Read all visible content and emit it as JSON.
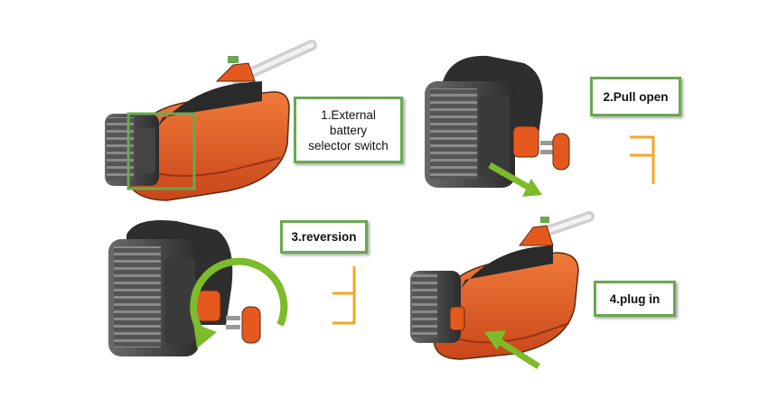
{
  "steps": [
    {
      "text": "1.External battery selector switch"
    },
    {
      "text": "2.Pull open"
    },
    {
      "text": "3.reversion"
    },
    {
      "text": "4.plug in"
    }
  ],
  "colors": {
    "accent_green": "#6aa84f",
    "arrow_green": "#7cbb2a",
    "bracket_orange": "#f5a623",
    "housing_orange": "#e5591f",
    "battery_dark": "#3a3a3a"
  }
}
